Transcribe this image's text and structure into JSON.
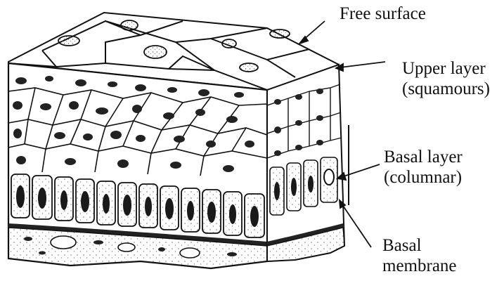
{
  "labels": {
    "free_surface": "Free surface",
    "upper_layer": {
      "line1": "Upper layer",
      "line2": "(squamours)"
    },
    "basal_layer": {
      "line1": "Basal layer",
      "line2": "(columnar)"
    },
    "basal_membrane": {
      "line1": "Basal",
      "line2": "membrane"
    }
  },
  "colors": {
    "ink": "#111111",
    "stipple": "#7a7a7a",
    "paper": "#ffffff"
  }
}
